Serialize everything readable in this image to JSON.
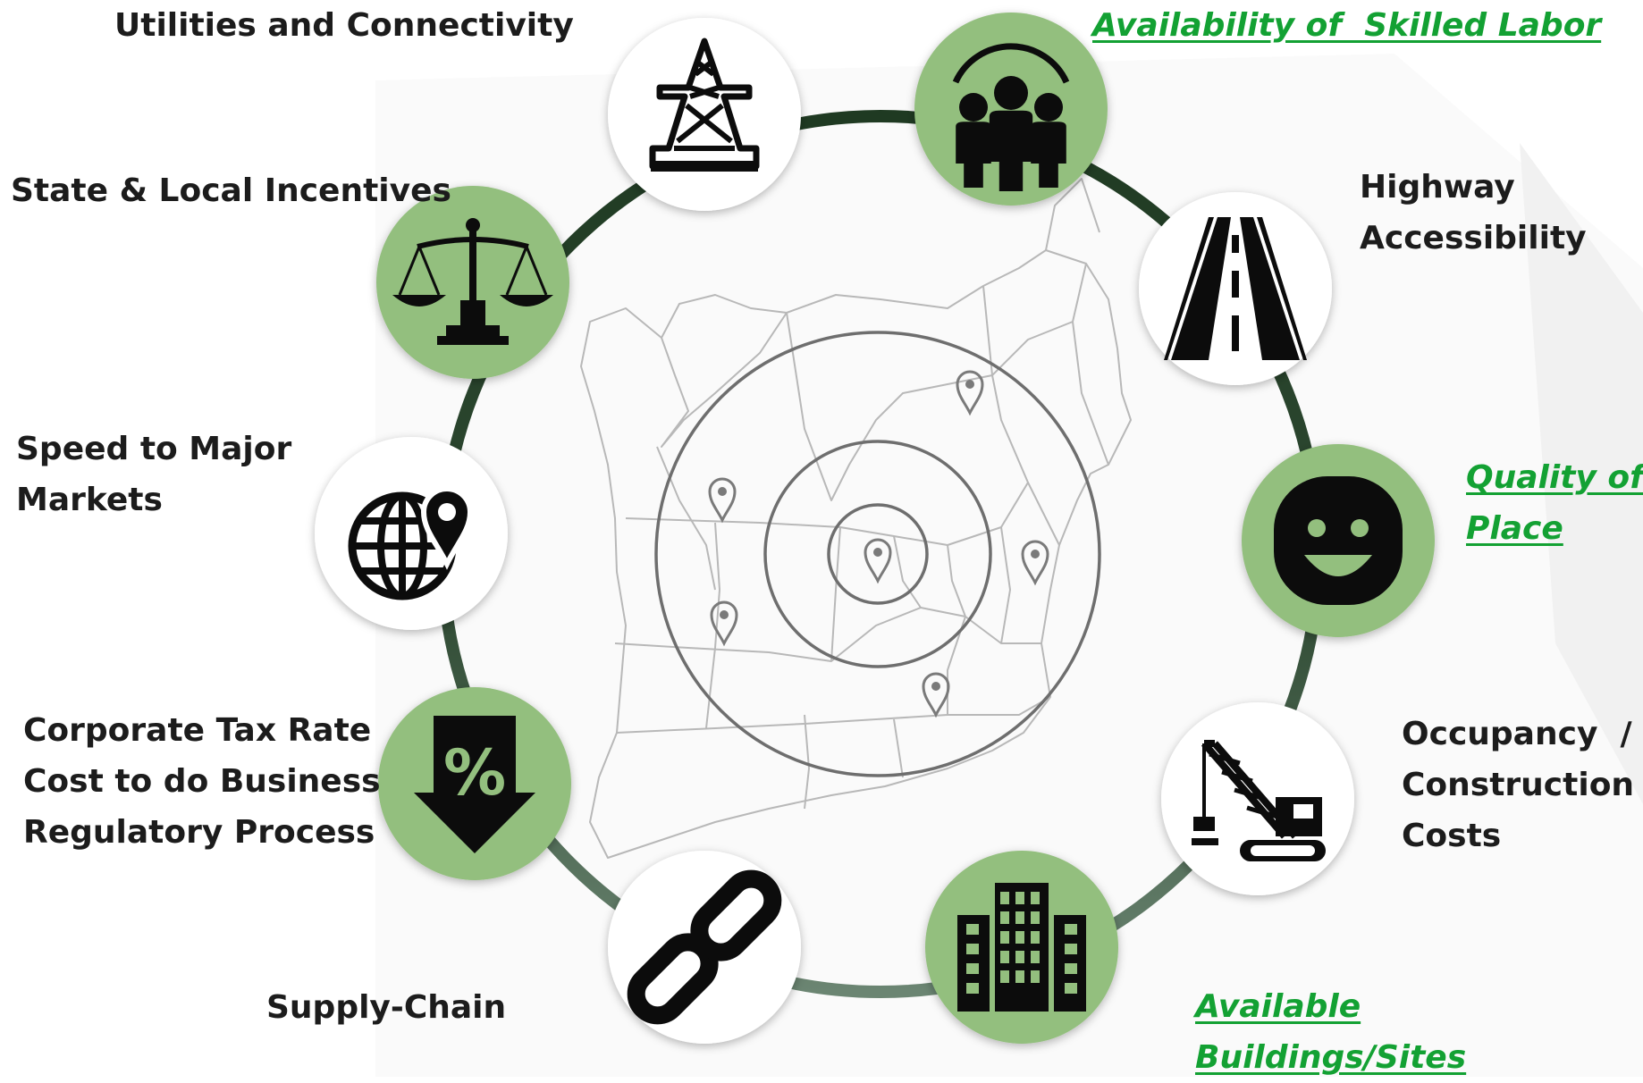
{
  "colors": {
    "ring_dark": "#1f3a22",
    "ring_light": "#5f7a66",
    "node_green": "#93bf7e",
    "node_white": "#ffffff",
    "icon": "#0c0c0c",
    "label": "#1c1c1c",
    "link": "#13a133",
    "map_lines": "#b8b8b8",
    "target_rings": "#6e6e6e",
    "pin": "#7a7a7a"
  },
  "center": {
    "icons": [
      "us-map",
      "target-rings",
      "location-pins"
    ]
  },
  "factors": [
    {
      "id": "utilities",
      "icon": "power-tower-icon",
      "fill": "white",
      "link": false,
      "lines": [
        "Utilities and Connectivity"
      ]
    },
    {
      "id": "skilled-labor",
      "icon": "team-icon",
      "fill": "green",
      "link": true,
      "lines": [
        "Availability of  Skilled Labor"
      ]
    },
    {
      "id": "highway",
      "icon": "highway-icon",
      "fill": "white",
      "link": false,
      "lines": [
        "Highway",
        "Accessibility"
      ]
    },
    {
      "id": "quality-place",
      "icon": "smiley-icon",
      "fill": "green",
      "link": true,
      "lines": [
        "Quality of",
        "Place"
      ]
    },
    {
      "id": "occupancy",
      "icon": "crane-icon",
      "fill": "white",
      "link": false,
      "lines": [
        "Occupancy  /",
        "Construction",
        "Costs"
      ]
    },
    {
      "id": "buildings",
      "icon": "buildings-icon",
      "fill": "green",
      "link": true,
      "lines": [
        "Available",
        "Buildings/Sites"
      ]
    },
    {
      "id": "supply-chain",
      "icon": "chain-link-icon",
      "fill": "white",
      "link": false,
      "lines": [
        "Supply-Chain"
      ]
    },
    {
      "id": "tax",
      "icon": "percent-down-icon",
      "fill": "green",
      "link": false,
      "lines": [
        "Corporate Tax Rate",
        "Cost to do Business",
        "Regulatory Process"
      ]
    },
    {
      "id": "speed-markets",
      "icon": "globe-pin-icon",
      "fill": "white",
      "link": false,
      "lines": [
        "Speed to Major",
        "Markets"
      ]
    },
    {
      "id": "incentives",
      "icon": "scales-icon",
      "fill": "green",
      "link": false,
      "lines": [
        "State & Local Incentives"
      ]
    }
  ]
}
